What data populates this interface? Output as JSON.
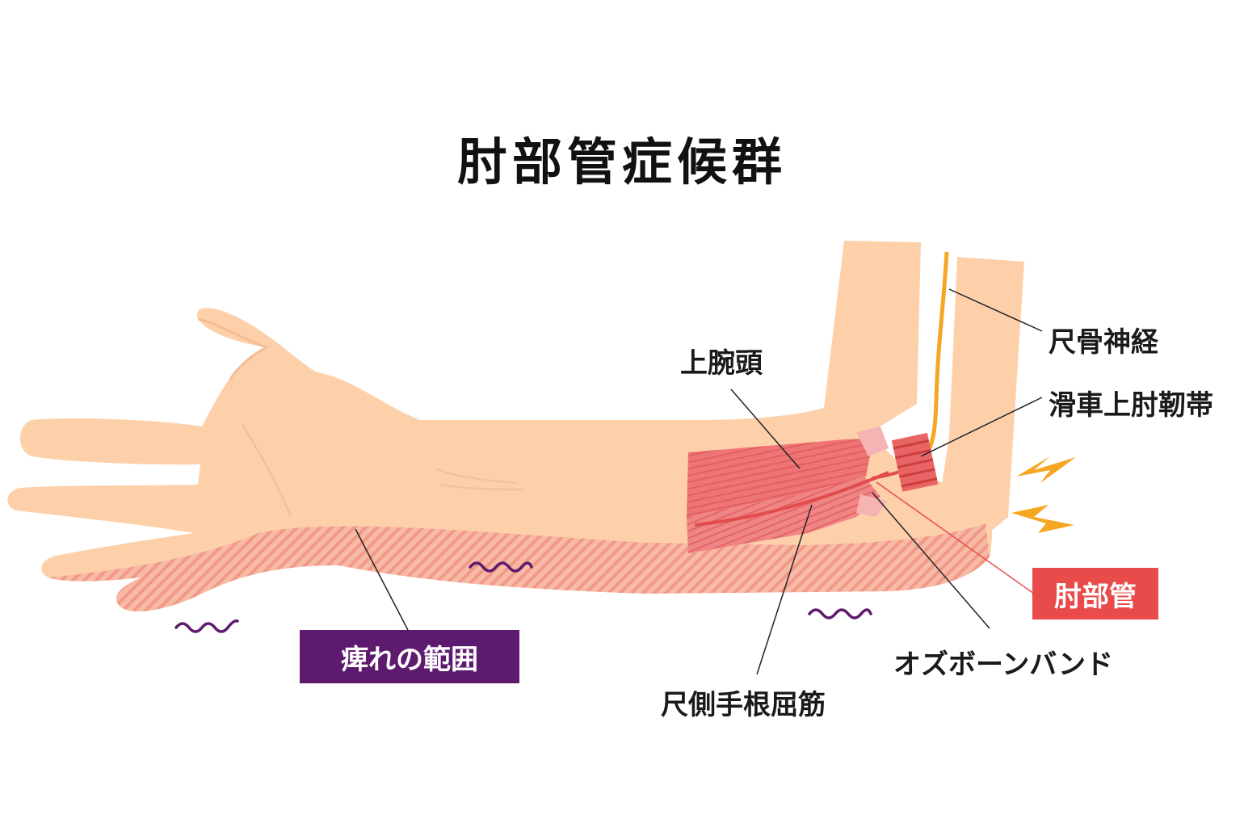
{
  "title": "肘部管症候群",
  "labels": {
    "ulnar_nerve": "尺骨神経",
    "lateral_epicondyle": "上腕頭",
    "ligament": "滑車上肘靭帯",
    "cubital_tunnel": "肘部管",
    "osborne_band": "オズボーンバンド",
    "fcu_muscle": "尺側手根屈筋",
    "numbness_area": "痺れの範囲"
  },
  "colors": {
    "skin": "#fdd0aa",
    "skin_shadow": "#f7c39b",
    "muscle": "#ef7a7a",
    "muscle_dark": "#e05a5a",
    "nerve": "#f5a623",
    "numb_stripe": "#f29a8a",
    "numb_box": "#5e1a6e",
    "tunnel_box": "#e94b4b",
    "lightning": "#f5a623",
    "wave": "#5e1a6e"
  },
  "icons": [
    "lightning-icon",
    "numbness-wave-icon"
  ]
}
